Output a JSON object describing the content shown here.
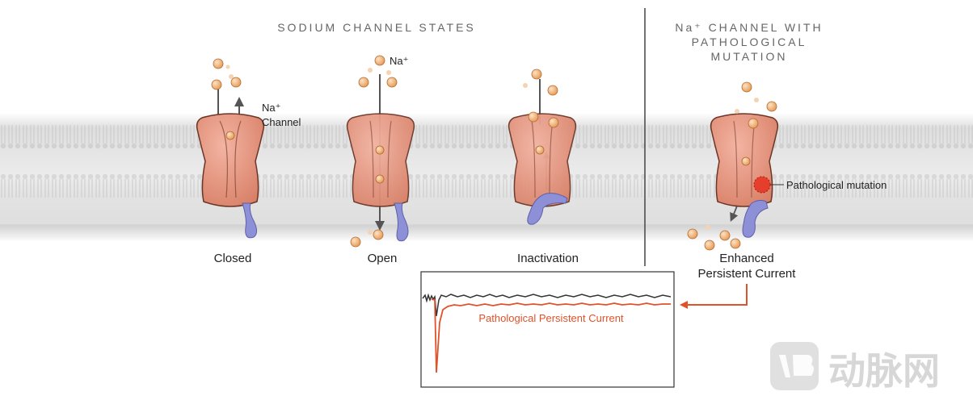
{
  "section_left": {
    "title": "SODIUM CHANNEL STATES"
  },
  "section_right": {
    "title_lines": [
      "Na⁺ CHANNEL WITH",
      "PATHOLOGICAL",
      "MUTATION"
    ]
  },
  "labels": {
    "na_plus_top": "Na⁺",
    "na_channel_line1": "Na⁺",
    "na_channel_line2": "Channel",
    "closed": "Closed",
    "open": "Open",
    "inactivation": "Inactivation",
    "pathological_mutation": "Pathological mutation",
    "enhanced_line1": "Enhanced",
    "enhanced_line2": "Persistent Current",
    "trace_label": "Pathological Persistent Current"
  },
  "watermark": {
    "text": "动脉网"
  },
  "colors": {
    "channel_fill": "#e2927c",
    "channel_stroke": "#5a2e22",
    "ion": "#f0b27a",
    "inactivation_gate": "#8d90d6",
    "membrane": "#d9d9d9",
    "trace_normal": "#333333",
    "trace_pathological": "#e0522a",
    "mutation": "#e53020"
  }
}
